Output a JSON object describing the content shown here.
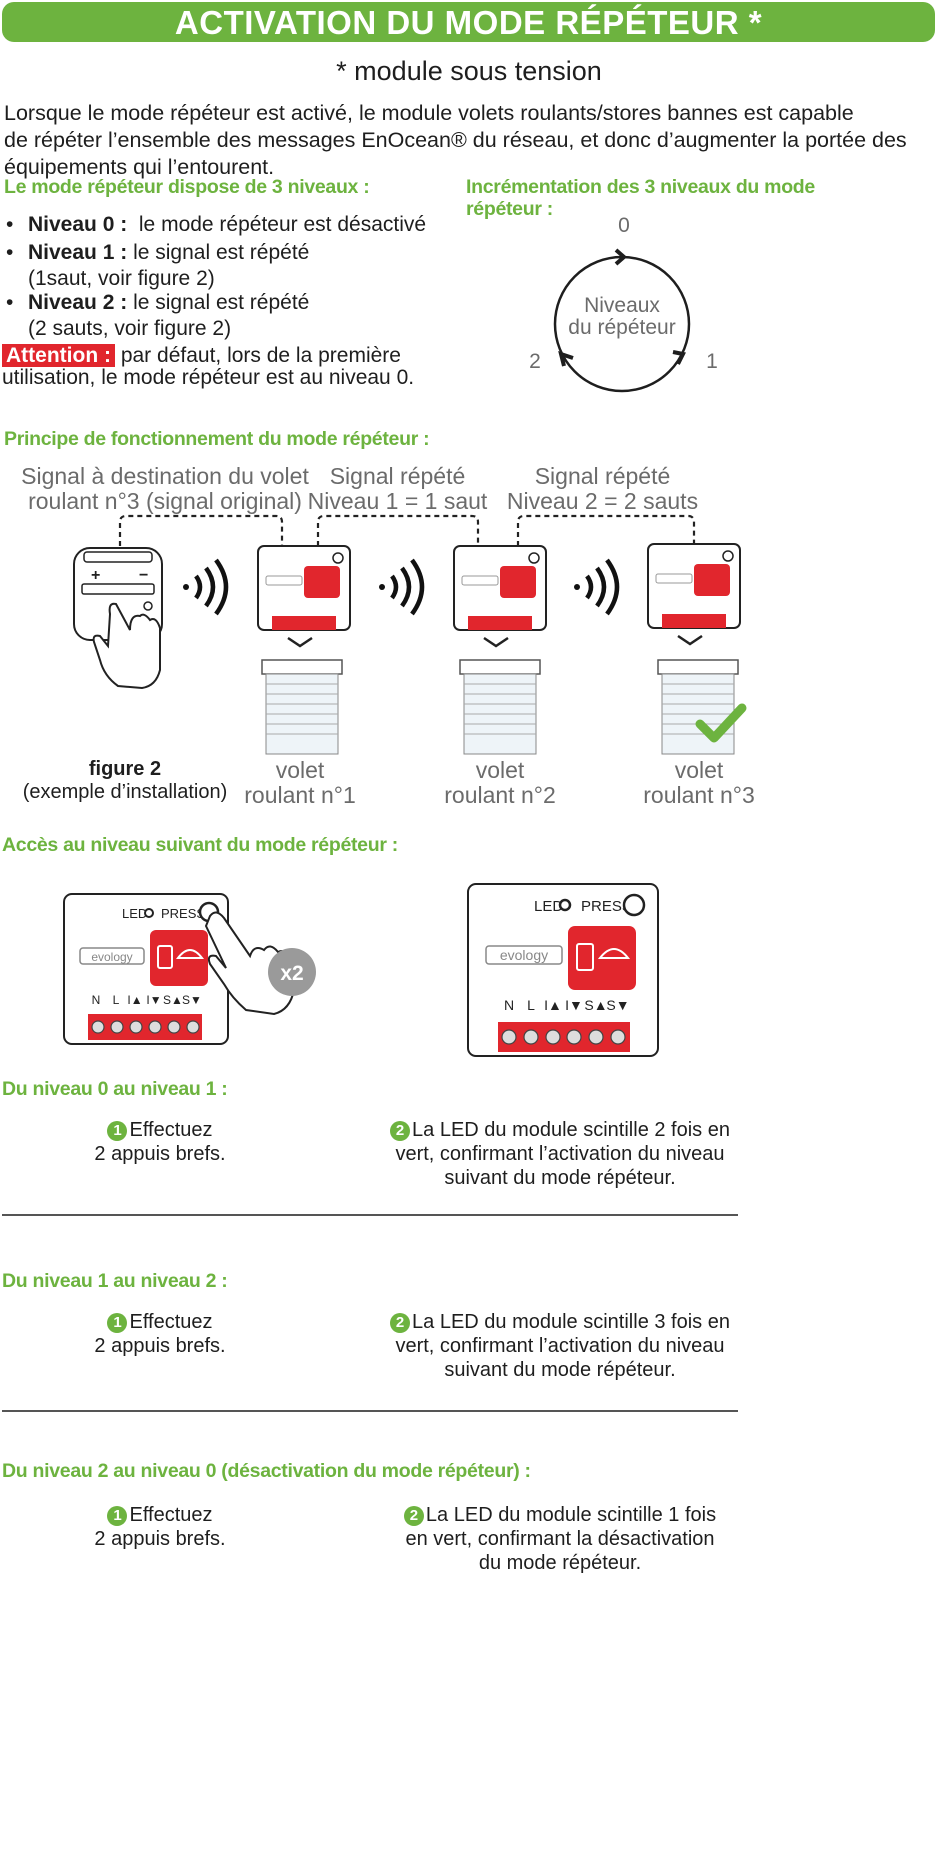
{
  "header": {
    "title": "ACTIVATION DU MODE RÉPÉTEUR *",
    "subtitle": "* module sous tension"
  },
  "intro": {
    "line1": "Lorsque le mode répéteur est activé, le module volets roulants/stores bannes est capable",
    "line2": "de répéter l’ensemble des messages EnOcean® du réseau, et donc d’augmenter la portée des",
    "line3": "équipements qui l’entourent."
  },
  "levels": {
    "heading": "Le mode répéteur dispose de 3 niveaux :",
    "items": [
      {
        "label": "Niveau 0 :",
        "text": "le mode répéteur est désactivé",
        "text2": ""
      },
      {
        "label": "Niveau 1 :",
        "text": "le signal est répété",
        "text2": "(1saut, voir figure 2)"
      },
      {
        "label": "Niveau 2 :",
        "text": "le signal est répété",
        "text2": "(2 sauts, voir figure 2)"
      }
    ],
    "attention_label": "Attention :",
    "attention_text1": "par défaut, lors de la première",
    "attention_text2": "utilisation, le mode répéteur est au niveau 0."
  },
  "cycle": {
    "heading1": "Incrémentation des 3 niveaux du mode",
    "heading2": "répéteur :",
    "center1": "Niveaux",
    "center2": "du répéteur",
    "label_0": "0",
    "label_1": "1",
    "label_2": "2"
  },
  "principle": {
    "heading": "Principe de fonctionnement du mode répéteur :",
    "signal_original1": "Signal à destination du volet",
    "signal_original2": "roulant n°3 (signal original)",
    "signal_rep1_a": "Signal répété",
    "signal_rep1_b": "Niveau 1 = 1 saut",
    "signal_rep2_a": "Signal répété",
    "signal_rep2_b": "Niveau 2 = 2 sauts",
    "figure_title": "figure 2",
    "figure_sub": "(exemple d’installation)",
    "volets": [
      {
        "l1": "volet",
        "l2": "roulant n°1"
      },
      {
        "l1": "volet",
        "l2": "roulant n°2"
      },
      {
        "l1": "volet",
        "l2": "roulant n°3"
      }
    ],
    "remote_plus": "+",
    "remote_minus": "−"
  },
  "module": {
    "led": "LED",
    "press": "PRESS",
    "brand": "evology",
    "terminals": [
      "N",
      "L",
      "I▲",
      "I▼",
      "S▲",
      "S▼"
    ],
    "x2": "x2"
  },
  "access": {
    "heading": "Accès au niveau suivant du mode répéteur :"
  },
  "transitions": [
    {
      "heading": "Du niveau 0 au niveau 1 :",
      "num1": "1",
      "step1_a": "Effectuez",
      "step1_b": "2 appuis brefs.",
      "num2": "2",
      "step2_a": "La LED du module scintille 2 fois en",
      "step2_b": "vert, confirmant l’activation du niveau",
      "step2_c": "suivant du mode répéteur."
    },
    {
      "heading": "Du niveau 1 au niveau 2 :",
      "num1": "1",
      "step1_a": "Effectuez",
      "step1_b": "2 appuis brefs.",
      "num2": "2",
      "step2_a": "La LED du module scintille 3 fois en",
      "step2_b": "vert, confirmant l’activation du niveau",
      "step2_c": "suivant du mode répéteur."
    },
    {
      "heading": "Du niveau 2 au niveau 0 (désactivation du mode répéteur) :",
      "num1": "1",
      "step1_a": "Effectuez",
      "step1_b": "2 appuis brefs.",
      "num2": "2",
      "step2_a": "La LED du module scintille 1 fois",
      "step2_b": "en vert, confirmant la désactivation",
      "step2_c": "du mode répéteur."
    }
  ],
  "colors": {
    "green": "#6db33f",
    "red": "#e1262d",
    "gray_text": "#6b6b6b"
  }
}
